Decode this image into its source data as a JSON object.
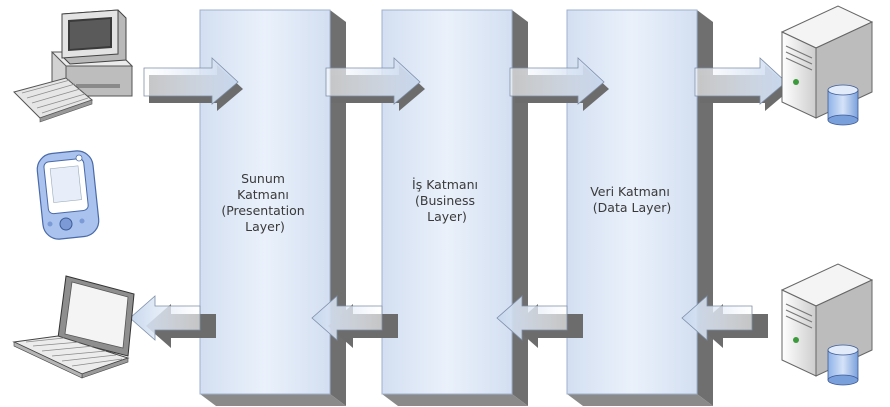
{
  "layers": [
    {
      "id": "presentation",
      "lines": [
        "Sunum",
        "Katmanı",
        "(Presentation",
        "Layer)"
      ]
    },
    {
      "id": "business",
      "lines": [
        "İş Katmanı",
        "(Business",
        "Layer)"
      ]
    },
    {
      "id": "data",
      "lines": [
        "Veri Katmanı",
        "(Data Layer)"
      ]
    }
  ],
  "clients": [
    {
      "name": "desktop-computer-icon"
    },
    {
      "name": "pda-icon"
    },
    {
      "name": "laptop-icon"
    }
  ],
  "servers": [
    {
      "name": "database-server-icon"
    },
    {
      "name": "database-server-icon"
    }
  ],
  "colors": {
    "layer_face": "#dfe9f7",
    "layer_edge": "#b3c4de",
    "layer_shadow": "#6f6f6f",
    "arrow_light": "#dce7f5",
    "arrow_dark": "#b6c8e0",
    "device_gray": "#cfcfcf",
    "device_blue": "#9ab6e6"
  }
}
